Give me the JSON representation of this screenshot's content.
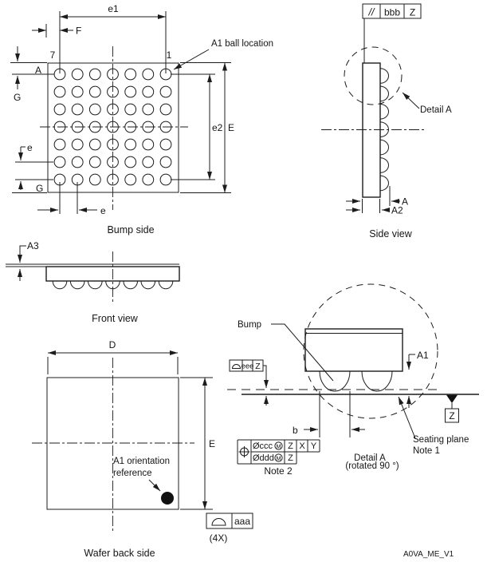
{
  "footer": {
    "code": "A0VA_ME_V1"
  },
  "bump_side": {
    "caption": "Bump side",
    "e1": "e1",
    "f": "F",
    "col_left": "7",
    "col_right": "1",
    "a1_callout": "A1 ball location",
    "row_first": "A",
    "g_top": "G",
    "e_left": "e",
    "g_bottom": "G",
    "e_bottom": "e",
    "e2": "e2",
    "e_total": "E"
  },
  "side_view": {
    "caption": "Side view",
    "fcf": {
      "symbol": "//",
      "tol": "bbb",
      "datum": "Z"
    },
    "detail": "Detail A",
    "a": "A",
    "a2": "A2"
  },
  "front_view": {
    "caption": "Front view",
    "a3": "A3"
  },
  "wafer_back": {
    "caption": "Wafer back side",
    "d": "D",
    "e": "E",
    "a1_ref1": "A1 orientation",
    "a1_ref2": "reference",
    "fcf": {
      "tol": "aaa"
    },
    "qty": "(4X)"
  },
  "detail_a": {
    "caption1": "Detail A",
    "caption2": "(rotated 90 °)",
    "bump": "Bump",
    "a1": "A1",
    "b": "b",
    "seating1": "Seating plane",
    "seating2": "Note 1",
    "datum_z": "Z",
    "fcf_flatness": {
      "tol": "eee",
      "datum": "Z"
    },
    "fcf_position": {
      "tol1": "Øccc",
      "mmc1": "M",
      "datums1": [
        "Z",
        "X",
        "Y"
      ],
      "tol2": "Øddd",
      "mmc2": "M",
      "datums2": [
        "Z"
      ],
      "note": "Note 2"
    }
  }
}
